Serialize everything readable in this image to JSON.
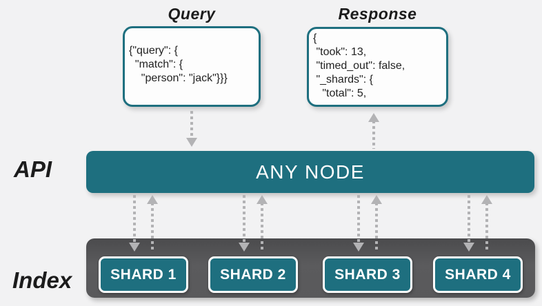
{
  "colors": {
    "teal": "#1e6f7f",
    "container_gray": "#59595b",
    "arrow_gray": "#b3b3b5",
    "background": "#f2f2f3",
    "text_dark": "#1c1c1c",
    "white": "#ffffff"
  },
  "query": {
    "title": "Query",
    "code": "{\"query\": {\n  \"match\": {\n    \"person\": \"jack\"}}}"
  },
  "response": {
    "title": "Response",
    "code": "{\n \"took\": 13,\n \"timed_out\": false,\n \"_shards\": {\n   \"total\": 5,"
  },
  "api": {
    "label": "API",
    "node_label": "ANY NODE"
  },
  "index_section": {
    "label": "Index",
    "shards": [
      {
        "label": "SHARD 1"
      },
      {
        "label": "SHARD 2"
      },
      {
        "label": "SHARD 3"
      },
      {
        "label": "SHARD 4"
      }
    ]
  }
}
